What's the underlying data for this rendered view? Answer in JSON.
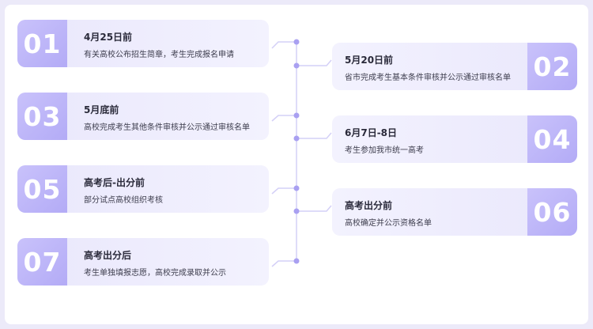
{
  "timeline": {
    "steps": [
      {
        "number": "01",
        "date": "4月25日前",
        "desc": "有关高校公布招生简章，考生完成报名申请"
      },
      {
        "number": "02",
        "date": "5月20日前",
        "desc": "省市完成考生基本条件审核并公示通过审核名单"
      },
      {
        "number": "03",
        "date": "5月底前",
        "desc": "高校完成考生其他条件审核并公示通过审核名单"
      },
      {
        "number": "04",
        "date": "6月7日-8日",
        "desc": "考生参加我市统一高考"
      },
      {
        "number": "05",
        "date": "高考后-出分前",
        "desc": "部分试点高校组织考核"
      },
      {
        "number": "06",
        "date": "高考出分前",
        "desc": "高校确定并公示资格名单"
      },
      {
        "number": "07",
        "date": "高考出分后",
        "desc": "考生单独填报志愿，高校完成录取并公示"
      }
    ]
  },
  "colors": {
    "badge": "#b8b0f8",
    "card": "#eeecfd",
    "line": "#b9b2f6",
    "dot": "#a69df0"
  }
}
